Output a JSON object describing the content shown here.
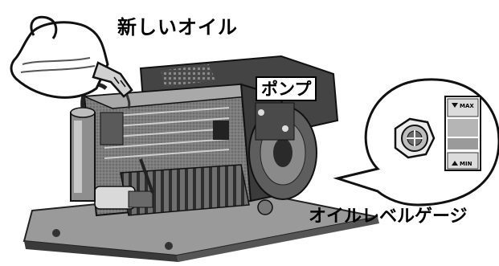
{
  "labels": {
    "new_oil": "新しいオイル",
    "pump": "ポンプ",
    "oil_level_gauge": "オイルレベルゲージ"
  },
  "gauge": {
    "max_text": "MAX",
    "min_text": "MIN"
  },
  "colors": {
    "ink": "#1a1a1a",
    "paper": "#ffffff",
    "body_tone": "#7a7a7a",
    "dark_tone": "#333333"
  }
}
